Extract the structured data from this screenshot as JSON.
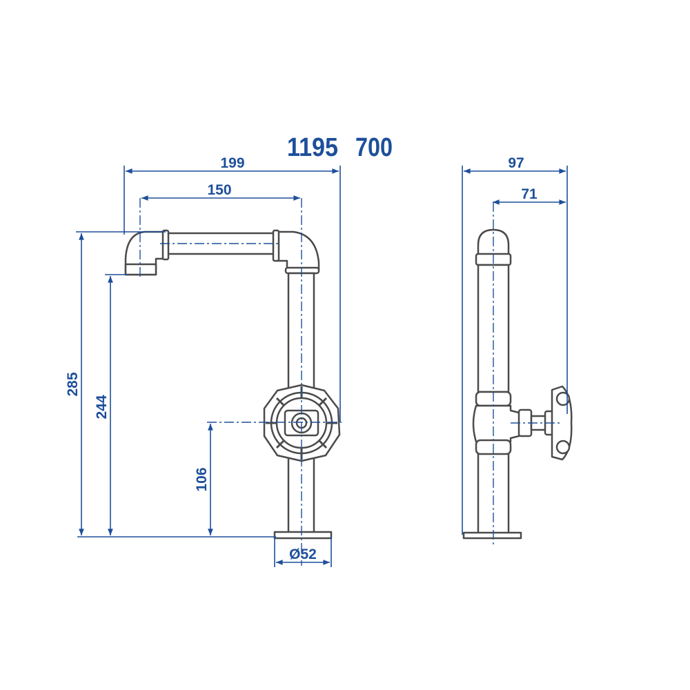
{
  "title": {
    "code_a": "1195",
    "code_b": "700"
  },
  "front_view": {
    "dimensions": {
      "overall_reach": "199",
      "spout_reach": "150",
      "total_height": "285",
      "spout_height": "244",
      "handle_height": "106",
      "base_diameter": "Ø52"
    }
  },
  "side_view": {
    "dimensions": {
      "overall_depth": "97",
      "handle_depth": "71"
    }
  },
  "colors": {
    "dimension": "#1d4f9a",
    "outline": "#4a4a4a"
  }
}
